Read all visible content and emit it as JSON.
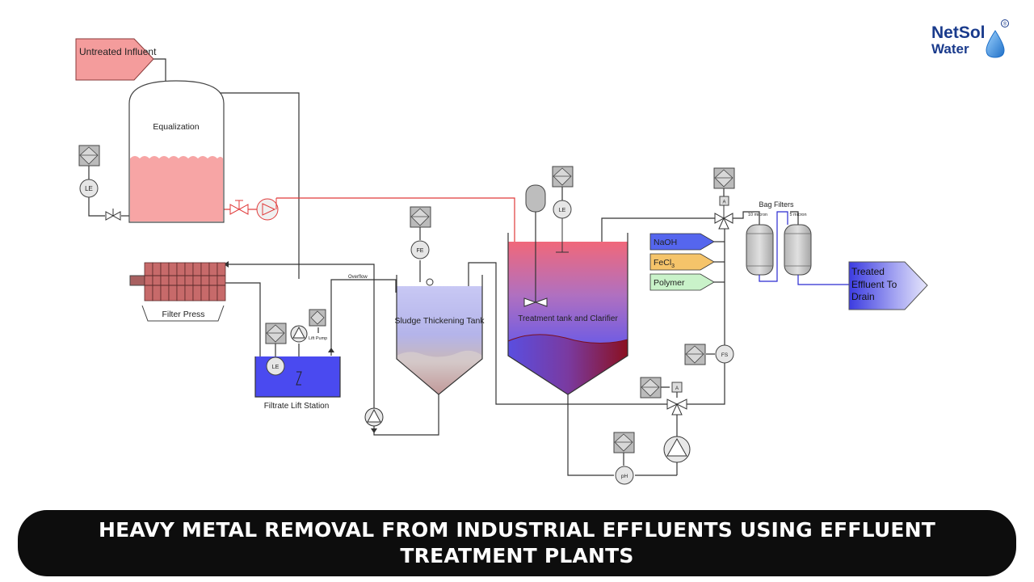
{
  "brand": {
    "name_line1": "NetSol",
    "name_line2": "Water",
    "registered_mark": "®",
    "color_primary": "#1a3b8c",
    "color_accent": "#2b86d6"
  },
  "diagram": {
    "influent": "Untreated Influent",
    "equalization": "Equalization",
    "filter_press": "Filter Press",
    "filtrate_lift_station": "Filtrate Lift Station",
    "lift_pump": "Lift Pump",
    "overflow": "Overflow",
    "sludge_thickening_tank": "Sludge Thickening Tank",
    "treatment_tank": "Treatment tank and Clarifier",
    "bag_filters": "Bag Filters",
    "bag_filter_1": "10 micron",
    "bag_filter_2": "5 micron",
    "treated_effluent": "Treated Effluent To Drain",
    "chemicals": {
      "naoh": "NaOH",
      "fecl3": "FeCl",
      "fecl3_sub": "3",
      "polymer": "Polymer"
    },
    "instruments": {
      "le": "LE",
      "fe": "FE",
      "fs": "FS",
      "ph": "pH",
      "a": "A"
    }
  },
  "banner": {
    "title": "HEAVY METAL REMOVAL FROM INDUSTRIAL EFFLUENTS USING EFFLUENT TREATMENT PLANTS"
  },
  "colors": {
    "influent_fill": "#f49c9c",
    "equalization_liquid": "#f7a5a5",
    "filtrate_liquid": "#4a4af0",
    "naoh_fill": "#5566ee",
    "fecl3_fill": "#f5c46a",
    "polymer_fill": "#c9f2c9",
    "effluent_fill": "#5a5ae6",
    "banner_bg": "#0d0d0d"
  }
}
